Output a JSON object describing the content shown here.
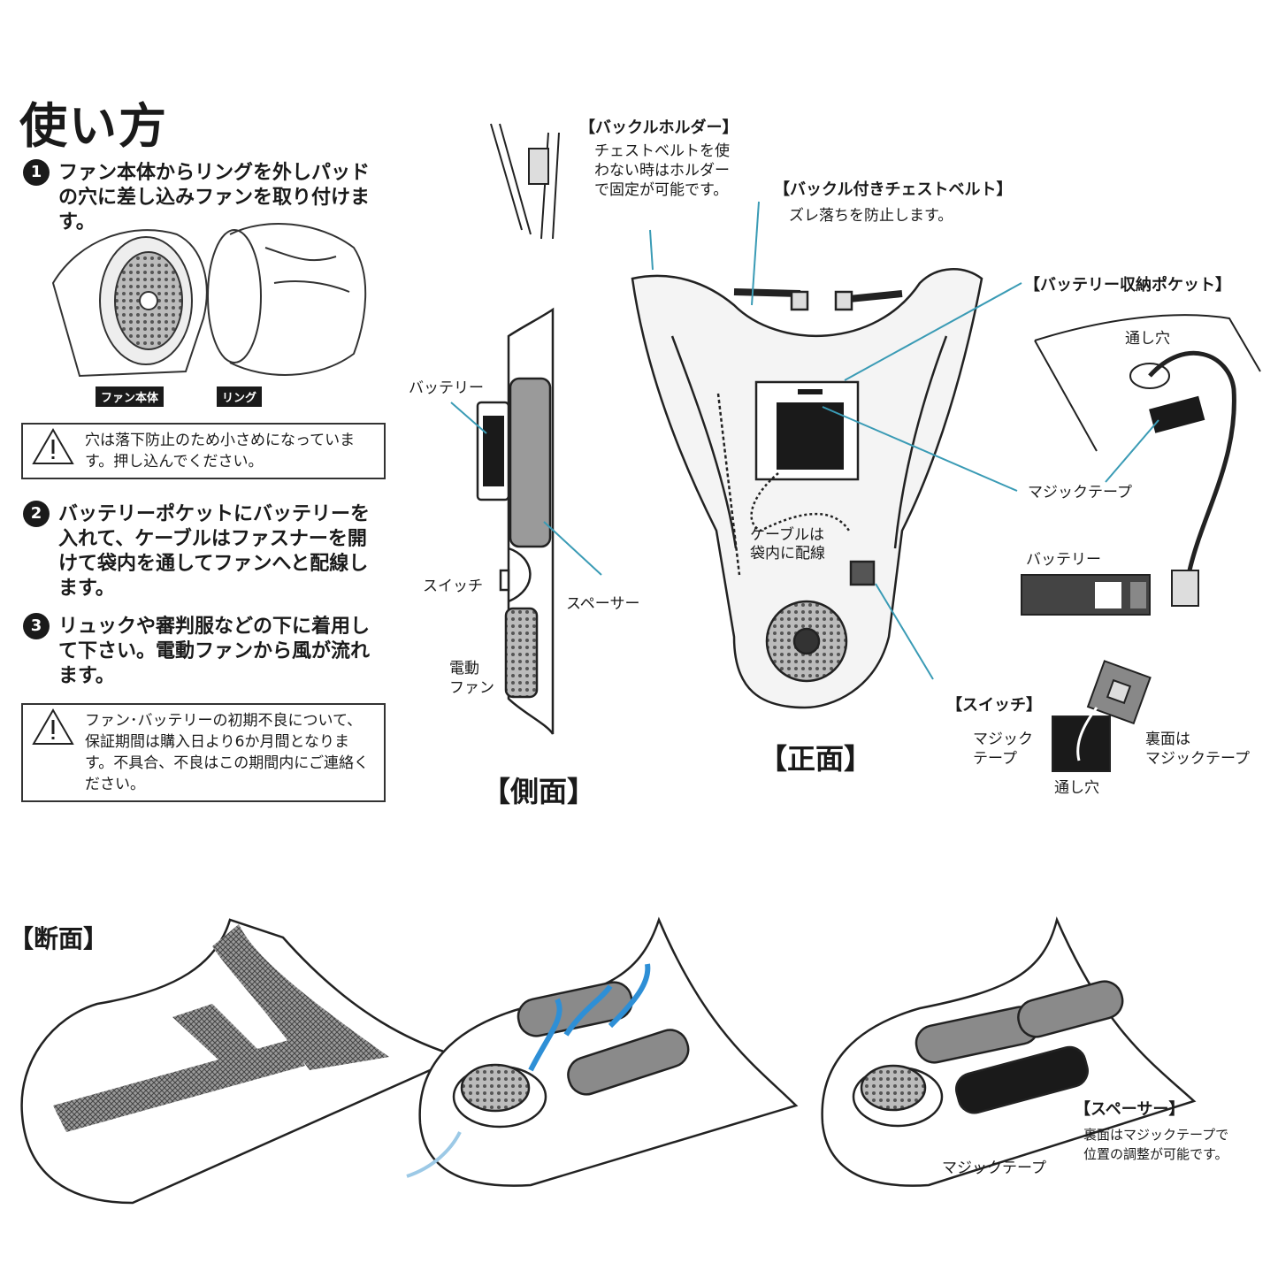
{
  "title": "使い方",
  "steps": [
    {
      "num": "1",
      "text": "ファン本体からリングを外しパッドの穴に差し込みファンを取り付けます。"
    },
    {
      "num": "2",
      "text": "バッテリーポケットにバッテリーを入れて、ケーブルはファスナーを開けて袋内を通してファンへと配線します。"
    },
    {
      "num": "3",
      "text": "リュックや審判服などの下に着用して下さい。電動ファンから風が流れます。"
    }
  ],
  "fan_tags": {
    "fan_body": "ファン本体",
    "ring": "リング"
  },
  "warnings": [
    "穴は落下防止のため小さめになっています。押し込んでください。",
    "ファン･バッテリーの初期不良について、保証期間は購入日より6か月間となります。不具合、不良はこの期間内にご連絡ください。"
  ],
  "side": {
    "battery": "バッテリー",
    "spacer": "スペーサー",
    "switch": "スイッチ",
    "fan_line1": "電動",
    "fan_line2": "ファン",
    "caption": "【側面】"
  },
  "front": {
    "buckle_holder": "【バックルホルダー】",
    "buckle_holder_note_1": "チェストベルトを使",
    "buckle_holder_note_2": "わない時はホルダー",
    "buckle_holder_note_3": "で固定が可能です。",
    "chest_belt": "【バックル付きチェストベルト】",
    "chest_belt_note": "ズレ落ちを防止します。",
    "battery_pocket": "【バッテリー収納ポケット】",
    "through_hole": "通し穴",
    "magic_tape": "マジックテープ",
    "cable_note_1": "ケーブルは",
    "cable_note_2": "袋内に配線",
    "battery": "バッテリー",
    "switch": "【スイッチ】",
    "switch_magic_1": "マジック",
    "switch_magic_2": "テープ",
    "switch_back_1": "裏面は",
    "switch_back_2": "マジックテープ",
    "switch_hole": "通し穴",
    "caption": "【正面】"
  },
  "section": {
    "caption": "【断面】",
    "spacer": "【スペーサー】",
    "spacer_note_1": "裏面はマジックテープで",
    "spacer_note_2": "位置の調整が可能です。",
    "magic_tape": "マジックテープ"
  },
  "colors": {
    "accent_line": "#3a9bb5",
    "air_flow": "#2e8fd6",
    "dark": "#1a1a1a",
    "gray_pad": "#8a8a8a"
  }
}
